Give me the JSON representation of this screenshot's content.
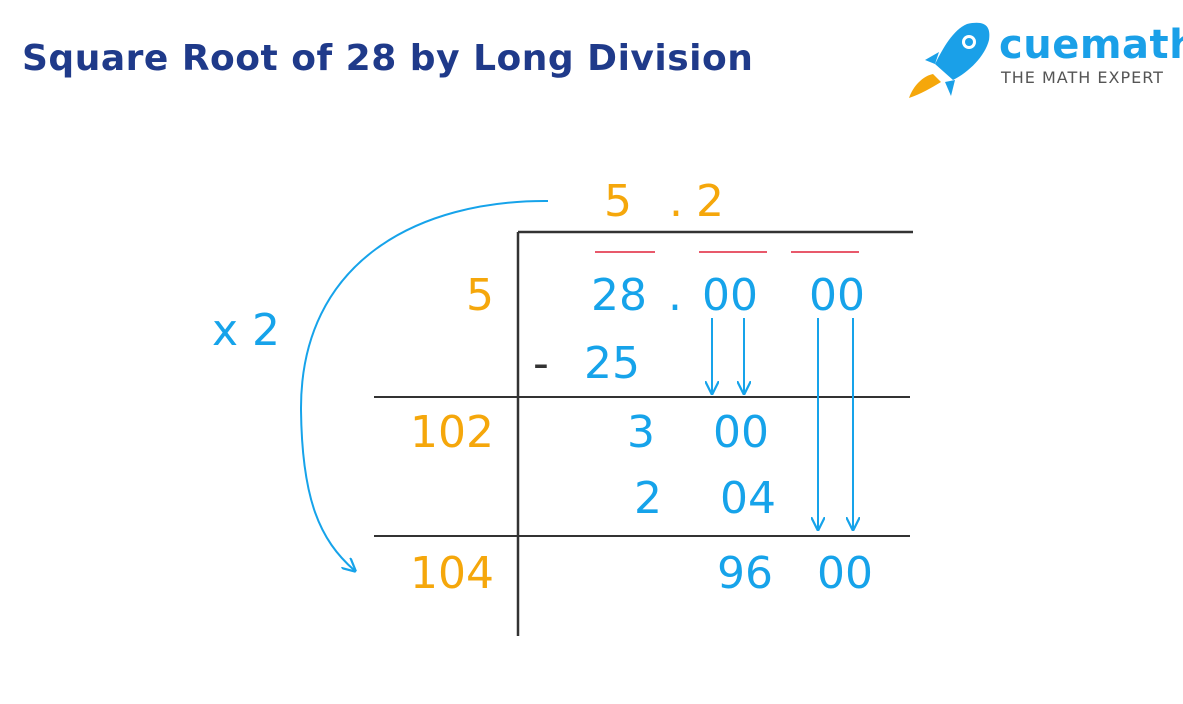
{
  "title": "Square Root of 28 by Long Division",
  "brand": {
    "name": "cuemath",
    "tagline": "THE MATH EXPERT"
  },
  "colors": {
    "title": "#1f3a8a",
    "orange": "#f5a70b",
    "blue": "#16a3ea",
    "dark": "#333333",
    "brand": "#1aa0e8",
    "bar": "#e8596b"
  },
  "quotient": {
    "first": "5",
    "dot": ".",
    "second": "2"
  },
  "divisors": {
    "first": "5",
    "second": "102",
    "third": "104"
  },
  "dividend": {
    "whole": "28",
    "dot": ".",
    "pair1": "00",
    "pair2": "00"
  },
  "steps": {
    "minus": "-",
    "subtract1": "25",
    "remainder1_a": "3",
    "remainder1_b": "00",
    "subtract2_a": "2",
    "subtract2_b": "04",
    "remainder2_a": "96",
    "remainder2_b": "00"
  },
  "multiplier": "x 2"
}
